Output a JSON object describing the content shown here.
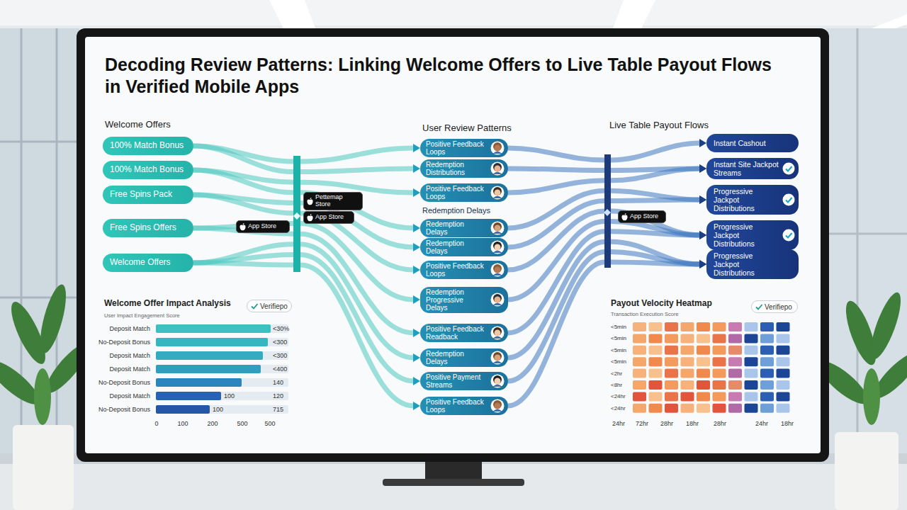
{
  "diagram": {
    "title": "Decoding Review Patterns: Linking Welcome Offers to Live Table Payout Flows in Verified Mobile Apps",
    "nodes": [
      {
        "text": [
          "100% Match Bonus"
        ]
      },
      {
        "text": [
          "100% Match Bonus"
        ]
      },
      {
        "text": [
          "Free Spins Pack"
        ]
      },
      {
        "text": [
          "Free Spins Offers"
        ]
      },
      {
        "text": [
          "Welcome Offers"
        ]
      },
      {
        "text": [
          "App Store"
        ]
      },
      {
        "text": [
          "Pettemap Store"
        ]
      },
      {
        "text": [
          "App Store"
        ]
      },
      {
        "text": [
          "Positive Feedback Loops"
        ]
      },
      {
        "text": [
          "Redemption Distributions"
        ]
      },
      {
        "text": [
          "Positive Feedback Loops"
        ]
      },
      {
        "text": [
          "Redemption Delays"
        ]
      },
      {
        "text": [
          "Redemption Delays"
        ]
      },
      {
        "text": [
          "Positive Feedback Loops"
        ]
      },
      {
        "text": [
          "Redemption Progressive Delays"
        ]
      },
      {
        "text": [
          "Positive Feedback Readback"
        ]
      },
      {
        "text": [
          "Redemption Delays"
        ]
      },
      {
        "text": [
          "Positive Payment Streams"
        ]
      },
      {
        "text": [
          "Positive Feedback Loops"
        ]
      },
      {
        "text": [
          "App Store"
        ]
      },
      {
        "text": [
          "Instant Cashout"
        ]
      },
      {
        "text": [
          "Instant Site Jackpot Streams"
        ]
      },
      {
        "text": [
          "Progressive Jackpot Distributions"
        ]
      },
      {
        "text": [
          "Progressive Jackpot Distributions"
        ]
      },
      {
        "text": [
          "Progressive Jackpot Distributions"
        ]
      },
      {
        "text": [
          "Verifiepo"
        ]
      },
      {
        "text": [
          "Verifiepo"
        ]
      }
    ],
    "edges": [
      {
        "from": 0,
        "to": 8,
        "arrow": "to"
      },
      {
        "from": 0,
        "to": 9,
        "arrow": "to"
      },
      {
        "from": 1,
        "to": 10,
        "arrow": "to"
      },
      {
        "from": 1,
        "to": 11,
        "arrow": "to"
      },
      {
        "from": 2,
        "to": 12,
        "arrow": "to"
      },
      {
        "from": 2,
        "to": 13,
        "arrow": "to"
      },
      {
        "from": 3,
        "to": 14,
        "arrow": "to"
      },
      {
        "from": 3,
        "to": 15,
        "arrow": "to"
      },
      {
        "from": 4,
        "to": 16,
        "arrow": "to"
      },
      {
        "from": 4,
        "to": 17,
        "arrow": "to"
      },
      {
        "from": 4,
        "to": 18,
        "arrow": "to"
      },
      {
        "from": 8,
        "to": 20,
        "arrow": "to"
      },
      {
        "from": 9,
        "to": 21,
        "arrow": "to"
      },
      {
        "from": 10,
        "to": 21,
        "arrow": "to"
      },
      {
        "from": 11,
        "to": 22,
        "arrow": "to"
      },
      {
        "from": 12,
        "to": 22,
        "arrow": "to"
      },
      {
        "from": 13,
        "to": 23,
        "arrow": "to"
      },
      {
        "from": 14,
        "to": 23,
        "arrow": "to"
      },
      {
        "from": 15,
        "to": 23,
        "arrow": "to"
      },
      {
        "from": 16,
        "to": 24,
        "arrow": "to"
      },
      {
        "from": 17,
        "to": 24,
        "arrow": "to"
      },
      {
        "from": 18,
        "to": 24,
        "arrow": "to"
      }
    ],
    "labels": [
      "Welcome Offers",
      "User Review Patterns",
      "Live Table Payout Flows",
      "Redemption Delays",
      "Welcome Offer Impact Analysis",
      "User Impact Engagement Score",
      "Deposit Match",
      "No-Deposit Bonus",
      "Deposit Match",
      "Deposit Match",
      "No-Deposit Bonus",
      "Deposit Match",
      "No-Deposit Bonus",
      "<30%",
      "<300",
      "<300",
      "<400",
      "140",
      "100",
      "120",
      "100",
      "715",
      "0",
      "100",
      "200",
      "500",
      "500",
      "Payout Velocity Heatmap",
      "Transaction Execution Score",
      "<5min",
      "<5min",
      "<5min",
      "<5min",
      "<2hr",
      "<8hr",
      "<24hr",
      "<24hr",
      "24hr",
      "72hr",
      "28hr",
      "18hr",
      "28hr",
      "24hr",
      "18hr"
    ]
  }
}
